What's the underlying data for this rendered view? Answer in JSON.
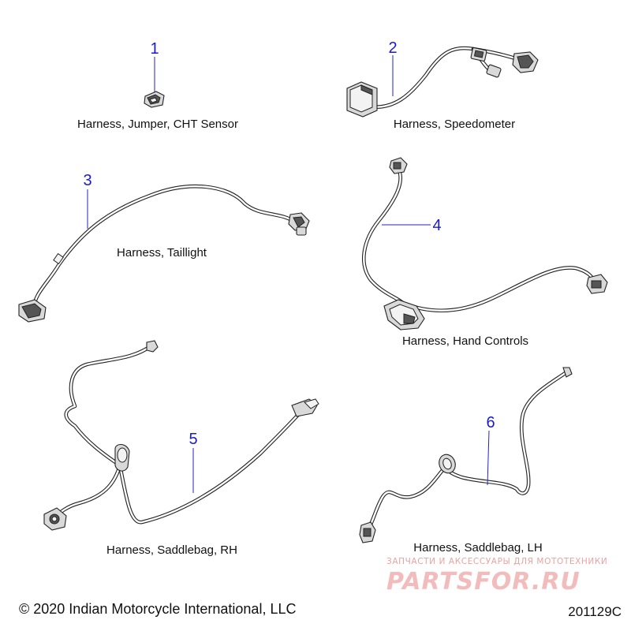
{
  "parts": [
    {
      "number": "1",
      "name": "Harness, Jumper, CHT Sensor"
    },
    {
      "number": "2",
      "name": "Harness, Speedometer"
    },
    {
      "number": "3",
      "name": "Harness, Taillight"
    },
    {
      "number": "4",
      "name": "Harness, Hand Controls"
    },
    {
      "number": "5",
      "name": "Harness, Saddlebag, RH"
    },
    {
      "number": "6",
      "name": "Harness, Saddlebag, LH"
    }
  ],
  "footer": {
    "copyright": "© 2020 Indian Motorcycle International, LLC",
    "figure_code": "201129C"
  },
  "watermark": {
    "tagline": "ЗАПЧАСТИ И АКСЕССУАРЫ ДЛЯ МОТОТЕХНИКИ",
    "brand": "PARTSFOR.RU"
  },
  "colors": {
    "callout": "#1a1ad6",
    "line_art": "#222222",
    "watermark": "#f2bcbc"
  }
}
